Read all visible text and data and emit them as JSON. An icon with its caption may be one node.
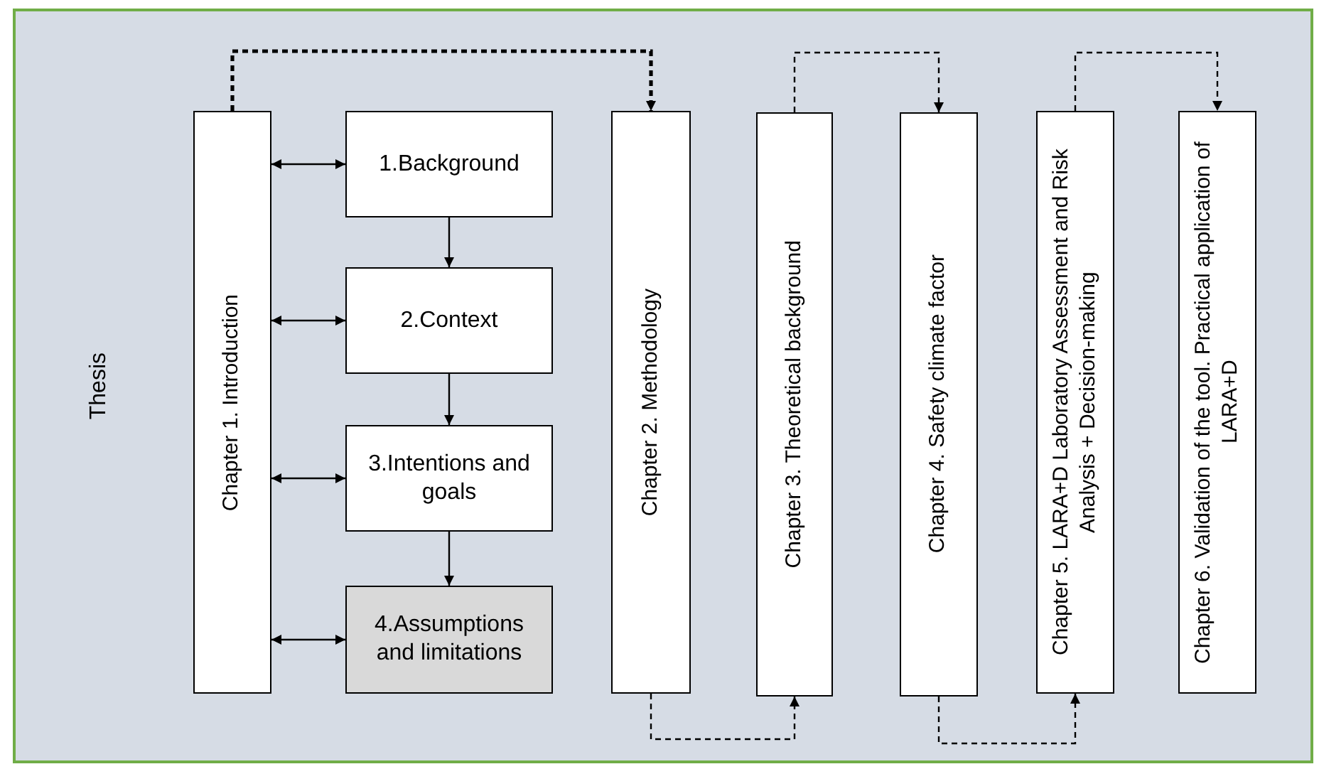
{
  "diagram": {
    "nodes": [
      {
        "text": [
          "Chapter 1. Introduction"
        ]
      },
      {
        "text": [
          "1.Background"
        ]
      },
      {
        "text": [
          "2.Context"
        ]
      },
      {
        "text": [
          "3.Intentions and goals"
        ]
      },
      {
        "text": [
          "4.Assumptions and limitations"
        ]
      },
      {
        "text": [
          "Chapter 2. Methodology"
        ]
      },
      {
        "text": [
          "Chapter 3. Theoretical background"
        ]
      },
      {
        "text": [
          "Chapter 4. Safety climate factor"
        ]
      },
      {
        "text": [
          "Chapter 5. LARA+D Laboratory Assessment and Risk Analysis + Decision-making"
        ]
      },
      {
        "text": [
          "Chapter 6. Validation of the tool. Practical application of LARA+D"
        ]
      }
    ],
    "edges": [
      {
        "from": 0,
        "to": 5,
        "arrow": "to",
        "style": "dashed"
      },
      {
        "from": 0,
        "to": 1,
        "arrow": "both"
      },
      {
        "from": 0,
        "to": 2,
        "arrow": "both"
      },
      {
        "from": 0,
        "to": 3,
        "arrow": "both"
      },
      {
        "from": 0,
        "to": 4,
        "arrow": "both"
      },
      {
        "from": 1,
        "to": 2,
        "arrow": "to"
      },
      {
        "from": 2,
        "to": 3,
        "arrow": "to"
      },
      {
        "from": 3,
        "to": 4,
        "arrow": "to"
      },
      {
        "from": 5,
        "to": 6,
        "arrow": "to",
        "style": "dashed"
      },
      {
        "from": 6,
        "to": 7,
        "arrow": "to",
        "style": "dashed"
      },
      {
        "from": 7,
        "to": 8,
        "arrow": "to",
        "style": "dashed"
      },
      {
        "from": 8,
        "to": 9,
        "arrow": "to",
        "style": "dashed"
      }
    ],
    "labels": [
      "Thesis"
    ]
  }
}
